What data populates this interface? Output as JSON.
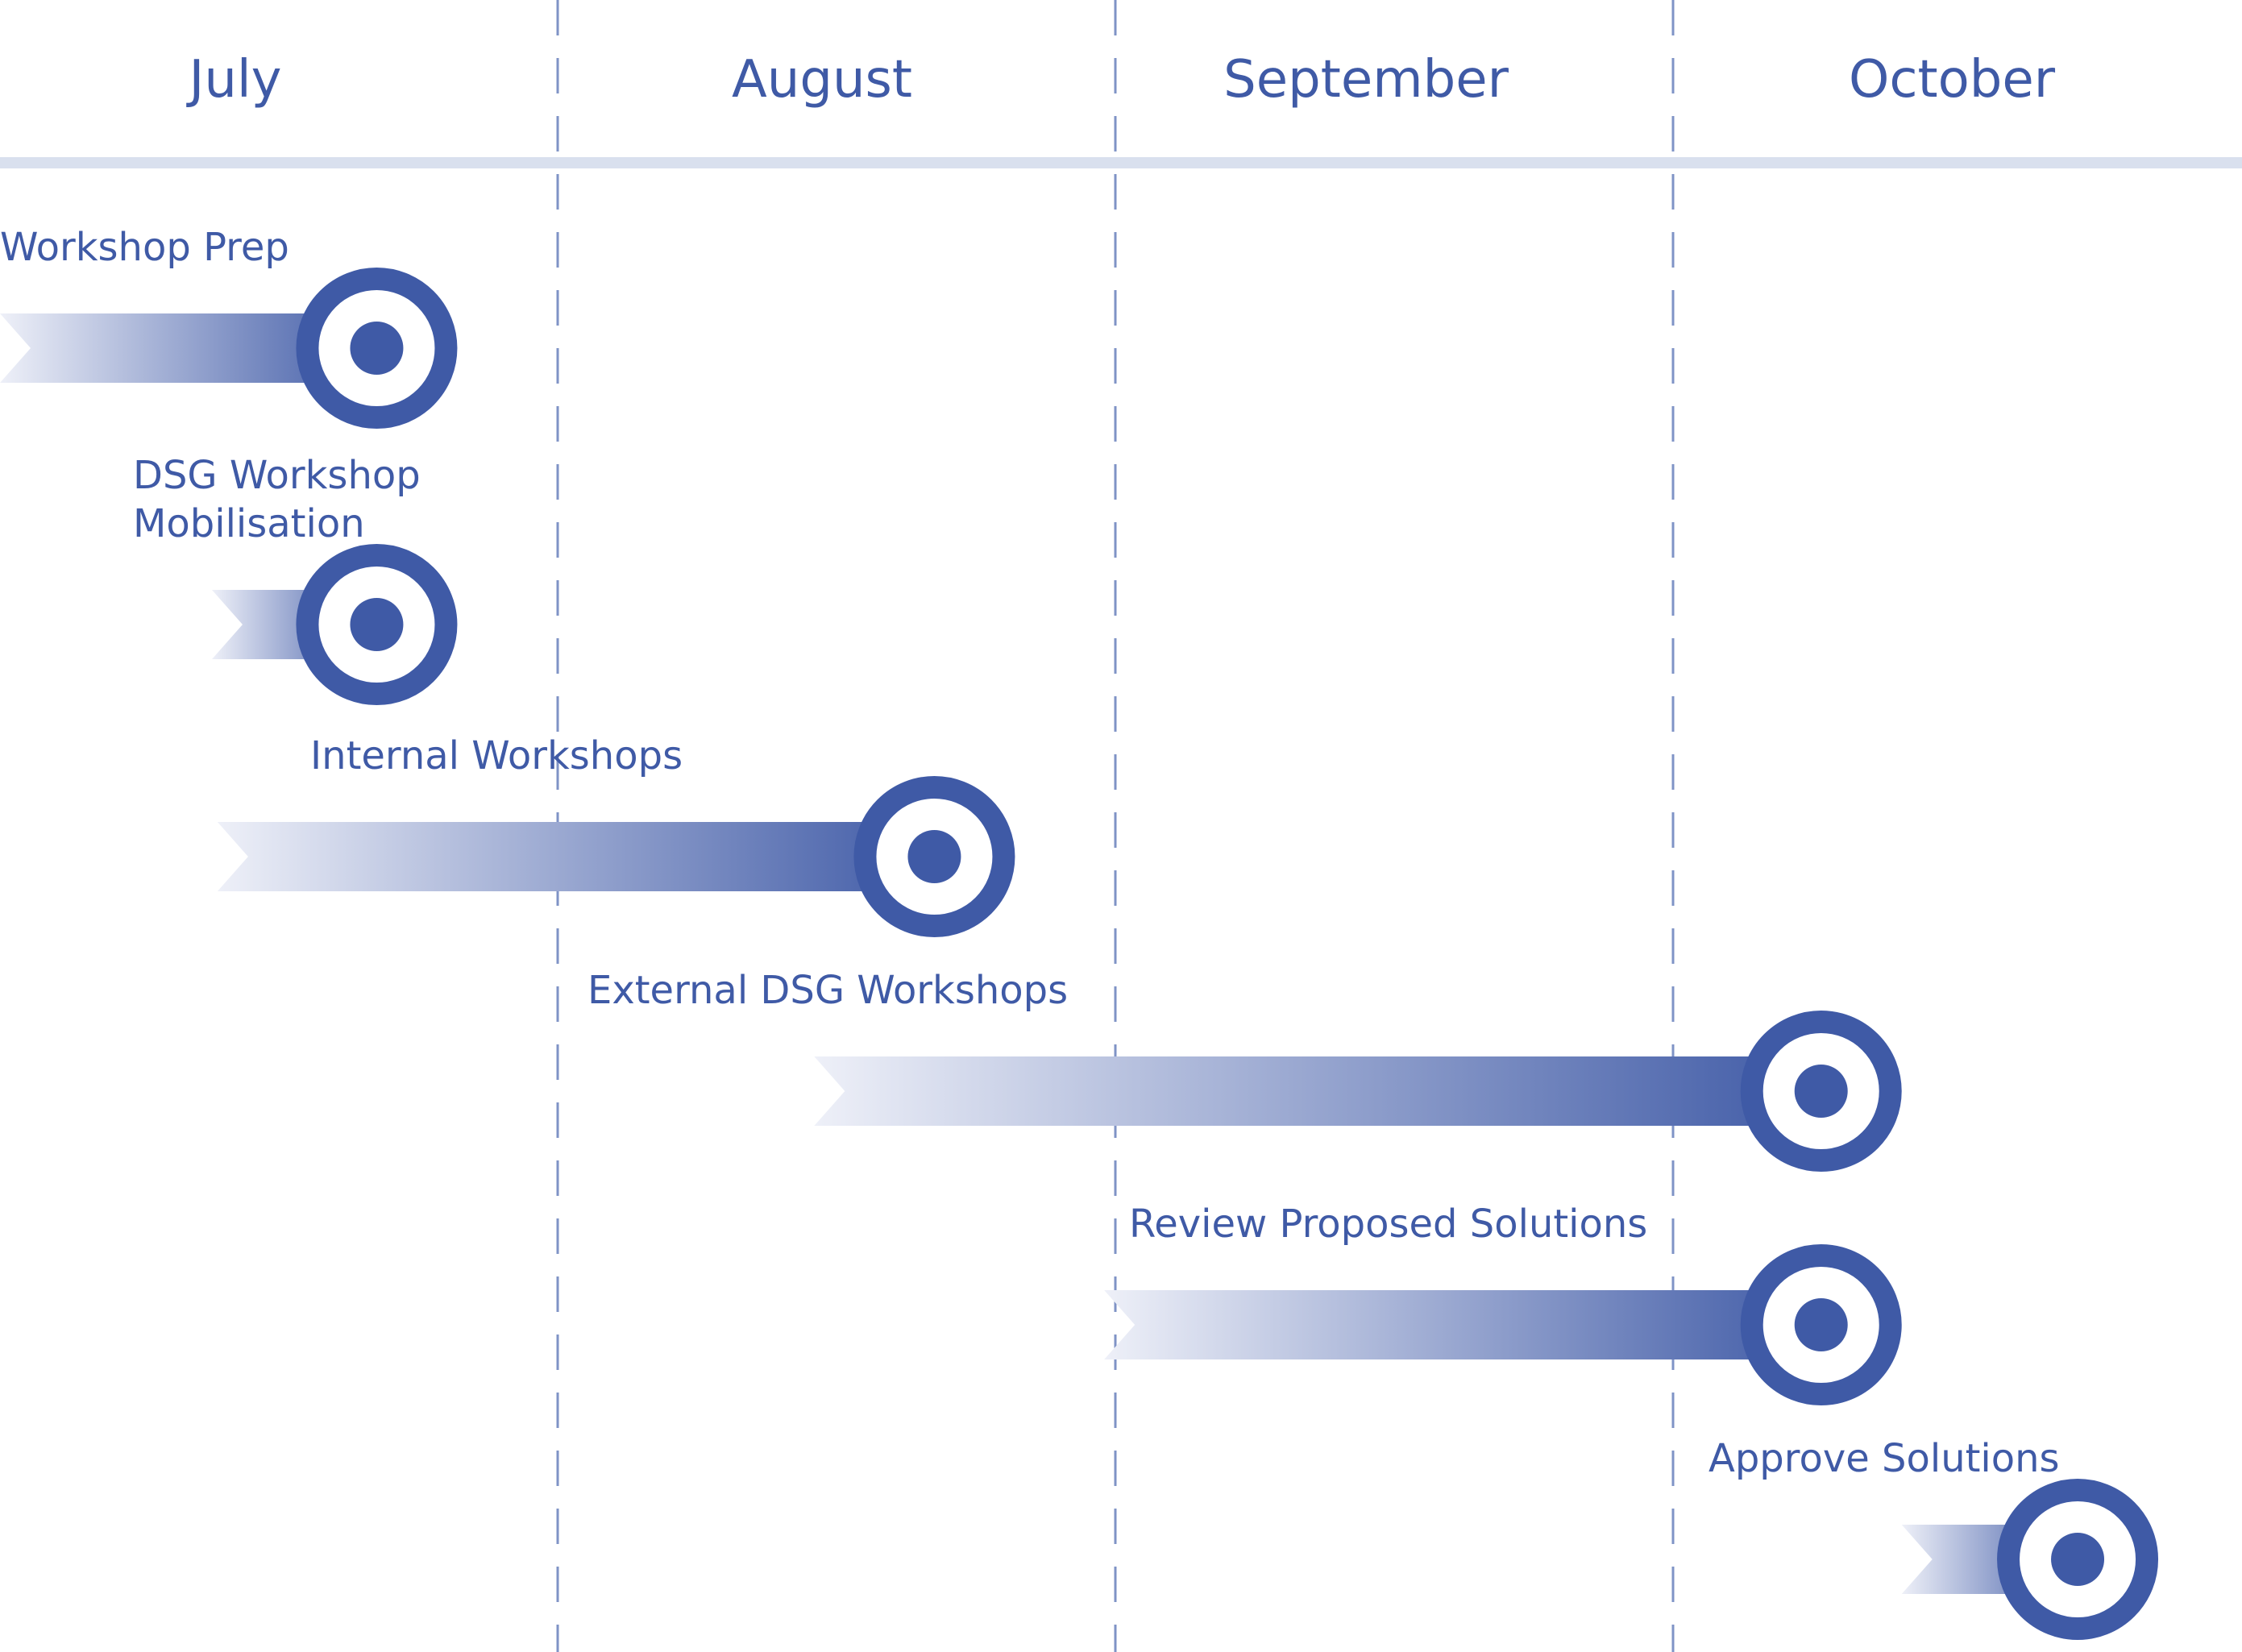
{
  "colors": {
    "accent": "#3f5aa6",
    "header_rule": "#d9e0ee",
    "divider": "#7f93c6",
    "fade_start": "#eef0f8"
  },
  "months": [
    "July",
    "August",
    "September",
    "October"
  ],
  "tasks": [
    {
      "label_lines": [
        "Workshop Prep"
      ],
      "start_month": 0.0,
      "end_month": 0.82
    },
    {
      "label_lines": [
        "DSG Workshop",
        "Mobilisation"
      ],
      "start_month": 0.38,
      "end_month": 0.82
    },
    {
      "label_lines": [
        "Internal Workshops"
      ],
      "start_month": 0.39,
      "end_month": 1.82
    },
    {
      "label_lines": [
        "External DSG Workshops"
      ],
      "start_month": 1.46,
      "end_month": 3.41
    },
    {
      "label_lines": [
        "Review Proposed Solutions"
      ],
      "start_month": 1.98,
      "end_month": 3.41
    },
    {
      "label_lines": [
        "Approve Solutions"
      ],
      "start_month": 3.41,
      "end_month": 3.87
    }
  ]
}
